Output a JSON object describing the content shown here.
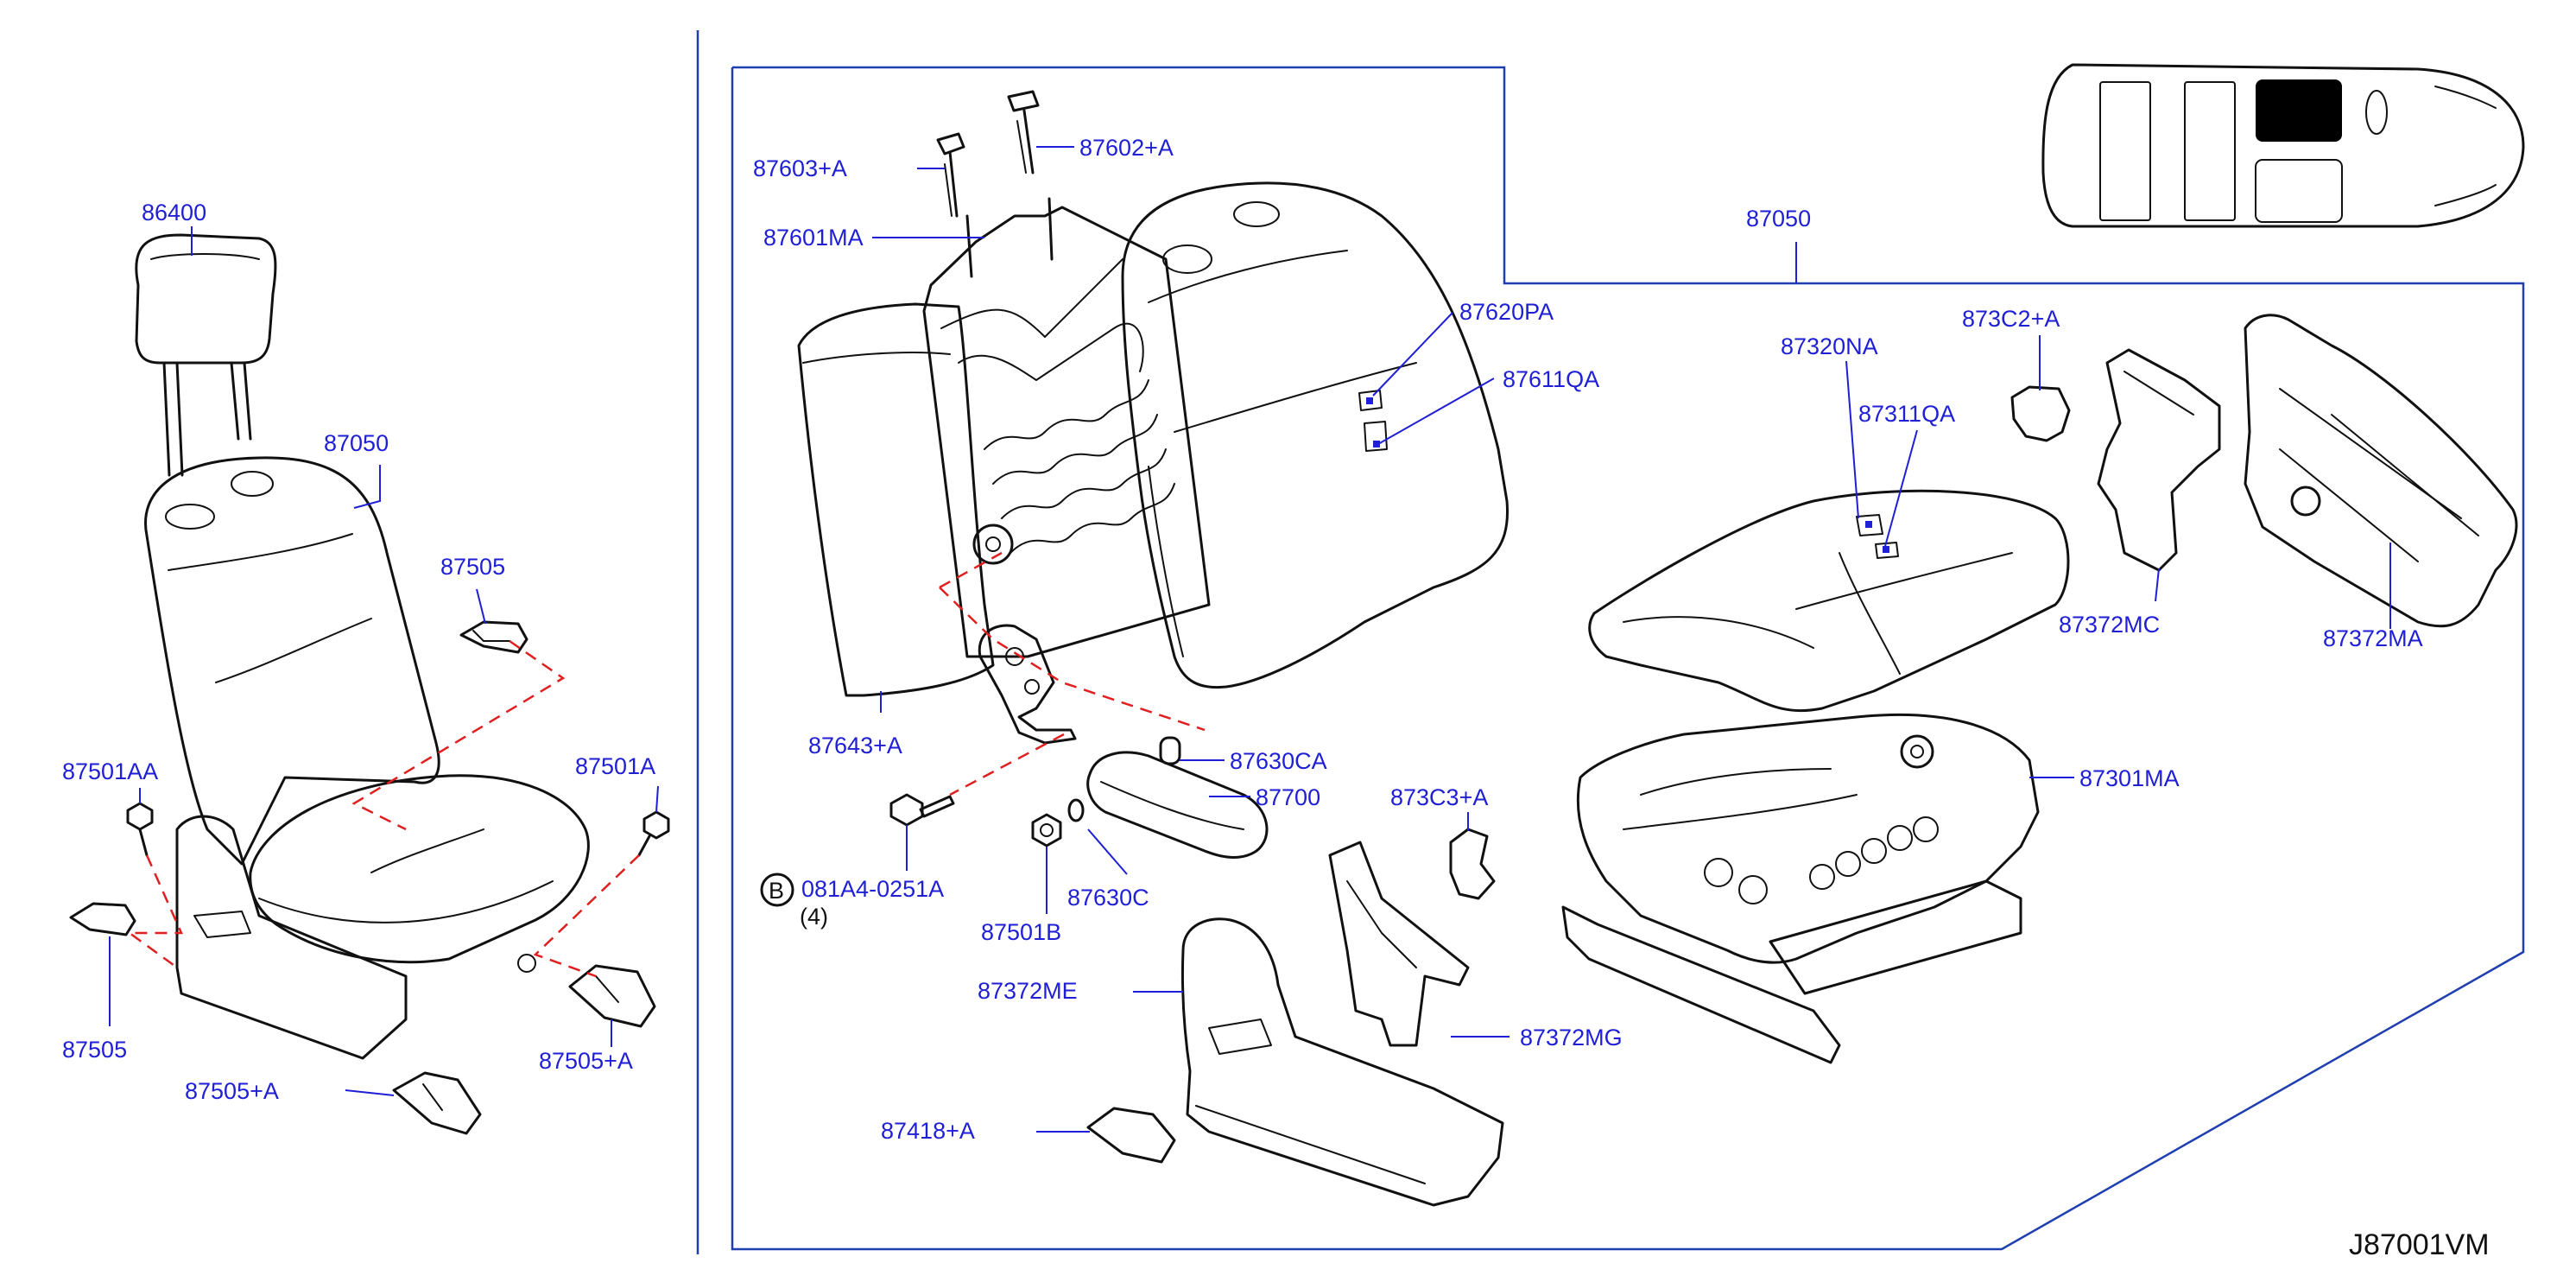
{
  "diagram": {
    "code": "J87001VM",
    "colors": {
      "label": "#1f1fd6",
      "frame": "#1f3fb0",
      "dashed_guide": "#e02020",
      "linework": "#111111"
    }
  },
  "labels": {
    "l86400": "86400",
    "l87050_left": "87050",
    "l87505_top": "87505",
    "l87501AA": "87501AA",
    "l87501A": "87501A",
    "l87505_bottom": "87505",
    "l87505A_right": "87505+A",
    "l87505A_bottom": "87505+A",
    "l87603A": "87603+A",
    "l87602A": "87602+A",
    "l87601MA": "87601MA",
    "l87620PA": "87620PA",
    "l87611QA": "87611QA",
    "l87643A": "87643+A",
    "l87630CA": "87630CA",
    "l87700": "87700",
    "l081A4": "081A4-0251A",
    "l081A4_qty": "(4)",
    "bolt_badge": "B",
    "l87630C": "87630C",
    "l87501B": "87501B",
    "l873C3A": "873C3+A",
    "l87372ME": "87372ME",
    "l87372MG": "87372MG",
    "l87418A": "87418+A",
    "l87050_right": "87050",
    "l87320NA": "87320NA",
    "l87311QA": "87311QA",
    "l873C2A": "873C2+A",
    "l87372MC": "87372MC",
    "l87372MA": "87372MA",
    "l87301MA": "87301MA"
  },
  "locator": {
    "highlighted_seat": "rear-right",
    "icon": "vehicle-top-view-icon"
  }
}
